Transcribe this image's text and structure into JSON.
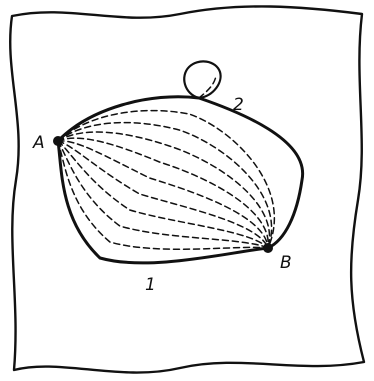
{
  "diagram": {
    "points": {
      "A": "A",
      "B": "B"
    },
    "curves": {
      "lower": "1",
      "upper": "2"
    },
    "path_count": 9
  }
}
